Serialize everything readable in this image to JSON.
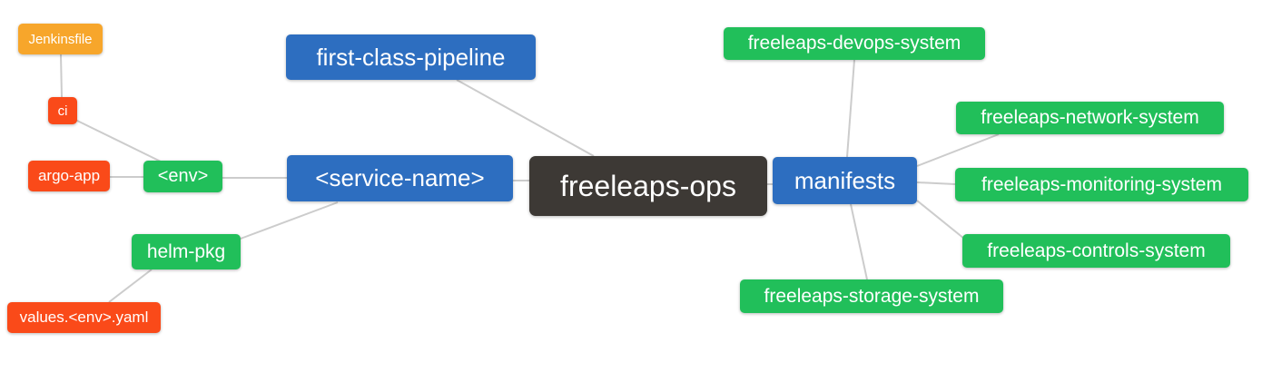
{
  "diagram": {
    "type": "mindmap",
    "colors": {
      "root_node": "#3d3935",
      "primary_node": "#2d6ec0",
      "green_node": "#21bf5a",
      "red_node": "#fa4a19",
      "orange_node": "#f7a62b",
      "edge": "#cccccc",
      "node_text": "#ffffff",
      "background": "#ffffff"
    },
    "nodes": {
      "root": {
        "label": "freeleaps-ops"
      },
      "first_class_pipeline": {
        "label": "first-class-pipeline"
      },
      "service_name": {
        "label": "<service-name>"
      },
      "manifests": {
        "label": "manifests"
      },
      "env": {
        "label": "<env>"
      },
      "helm_pkg": {
        "label": "helm-pkg"
      },
      "values_env_yaml": {
        "label": "values.<env>.yaml"
      },
      "argo_app": {
        "label": "argo-app"
      },
      "ci": {
        "label": "ci"
      },
      "jenkinsfile": {
        "label": "Jenkinsfile"
      },
      "devops_system": {
        "label": "freeleaps-devops-system"
      },
      "network_system": {
        "label": "freeleaps-network-system"
      },
      "monitoring_system": {
        "label": "freeleaps-monitoring-system"
      },
      "controls_system": {
        "label": "freeleaps-controls-system"
      },
      "storage_system": {
        "label": "freeleaps-storage-system"
      }
    },
    "edges": [
      [
        "jenkinsfile",
        "ci"
      ],
      [
        "ci",
        "env"
      ],
      [
        "argo_app",
        "env"
      ],
      [
        "env",
        "service_name"
      ],
      [
        "helm_pkg",
        "service_name"
      ],
      [
        "values_env_yaml",
        "helm_pkg"
      ],
      [
        "service_name",
        "root"
      ],
      [
        "first_class_pipeline",
        "root"
      ],
      [
        "root",
        "manifests"
      ],
      [
        "manifests",
        "devops_system"
      ],
      [
        "manifests",
        "network_system"
      ],
      [
        "manifests",
        "monitoring_system"
      ],
      [
        "manifests",
        "controls_system"
      ],
      [
        "manifests",
        "storage_system"
      ]
    ]
  }
}
